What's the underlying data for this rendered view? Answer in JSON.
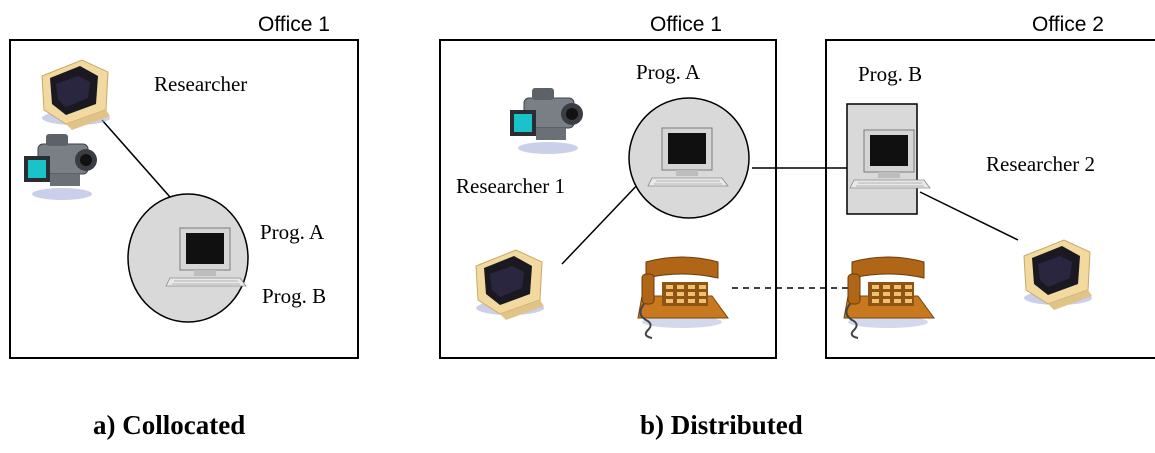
{
  "panel_a": {
    "office_label": "Office 1",
    "researcher_label": "Researcher",
    "program_a_label": "Prog. A",
    "program_b_label": "Prog. B",
    "caption": "a) Collocated"
  },
  "panel_b": {
    "office1_label": "Office 1",
    "office2_label": "Office 2",
    "researcher1_label": "Researcher 1",
    "researcher2_label": "Researcher 2",
    "program_a_label": "Prog. A",
    "program_b_label": "Prog. B",
    "caption": "b) Distributed"
  },
  "icons": [
    "researcher-monitor-icon",
    "video-camera-icon",
    "workstation-icon",
    "telephone-icon"
  ],
  "colors": {
    "shared_circle_fill": "#d9d9d9",
    "monitor_beige": "#f2d9a0",
    "camera_teal": "#19c3c8",
    "phone_orange": "#c8781e"
  }
}
